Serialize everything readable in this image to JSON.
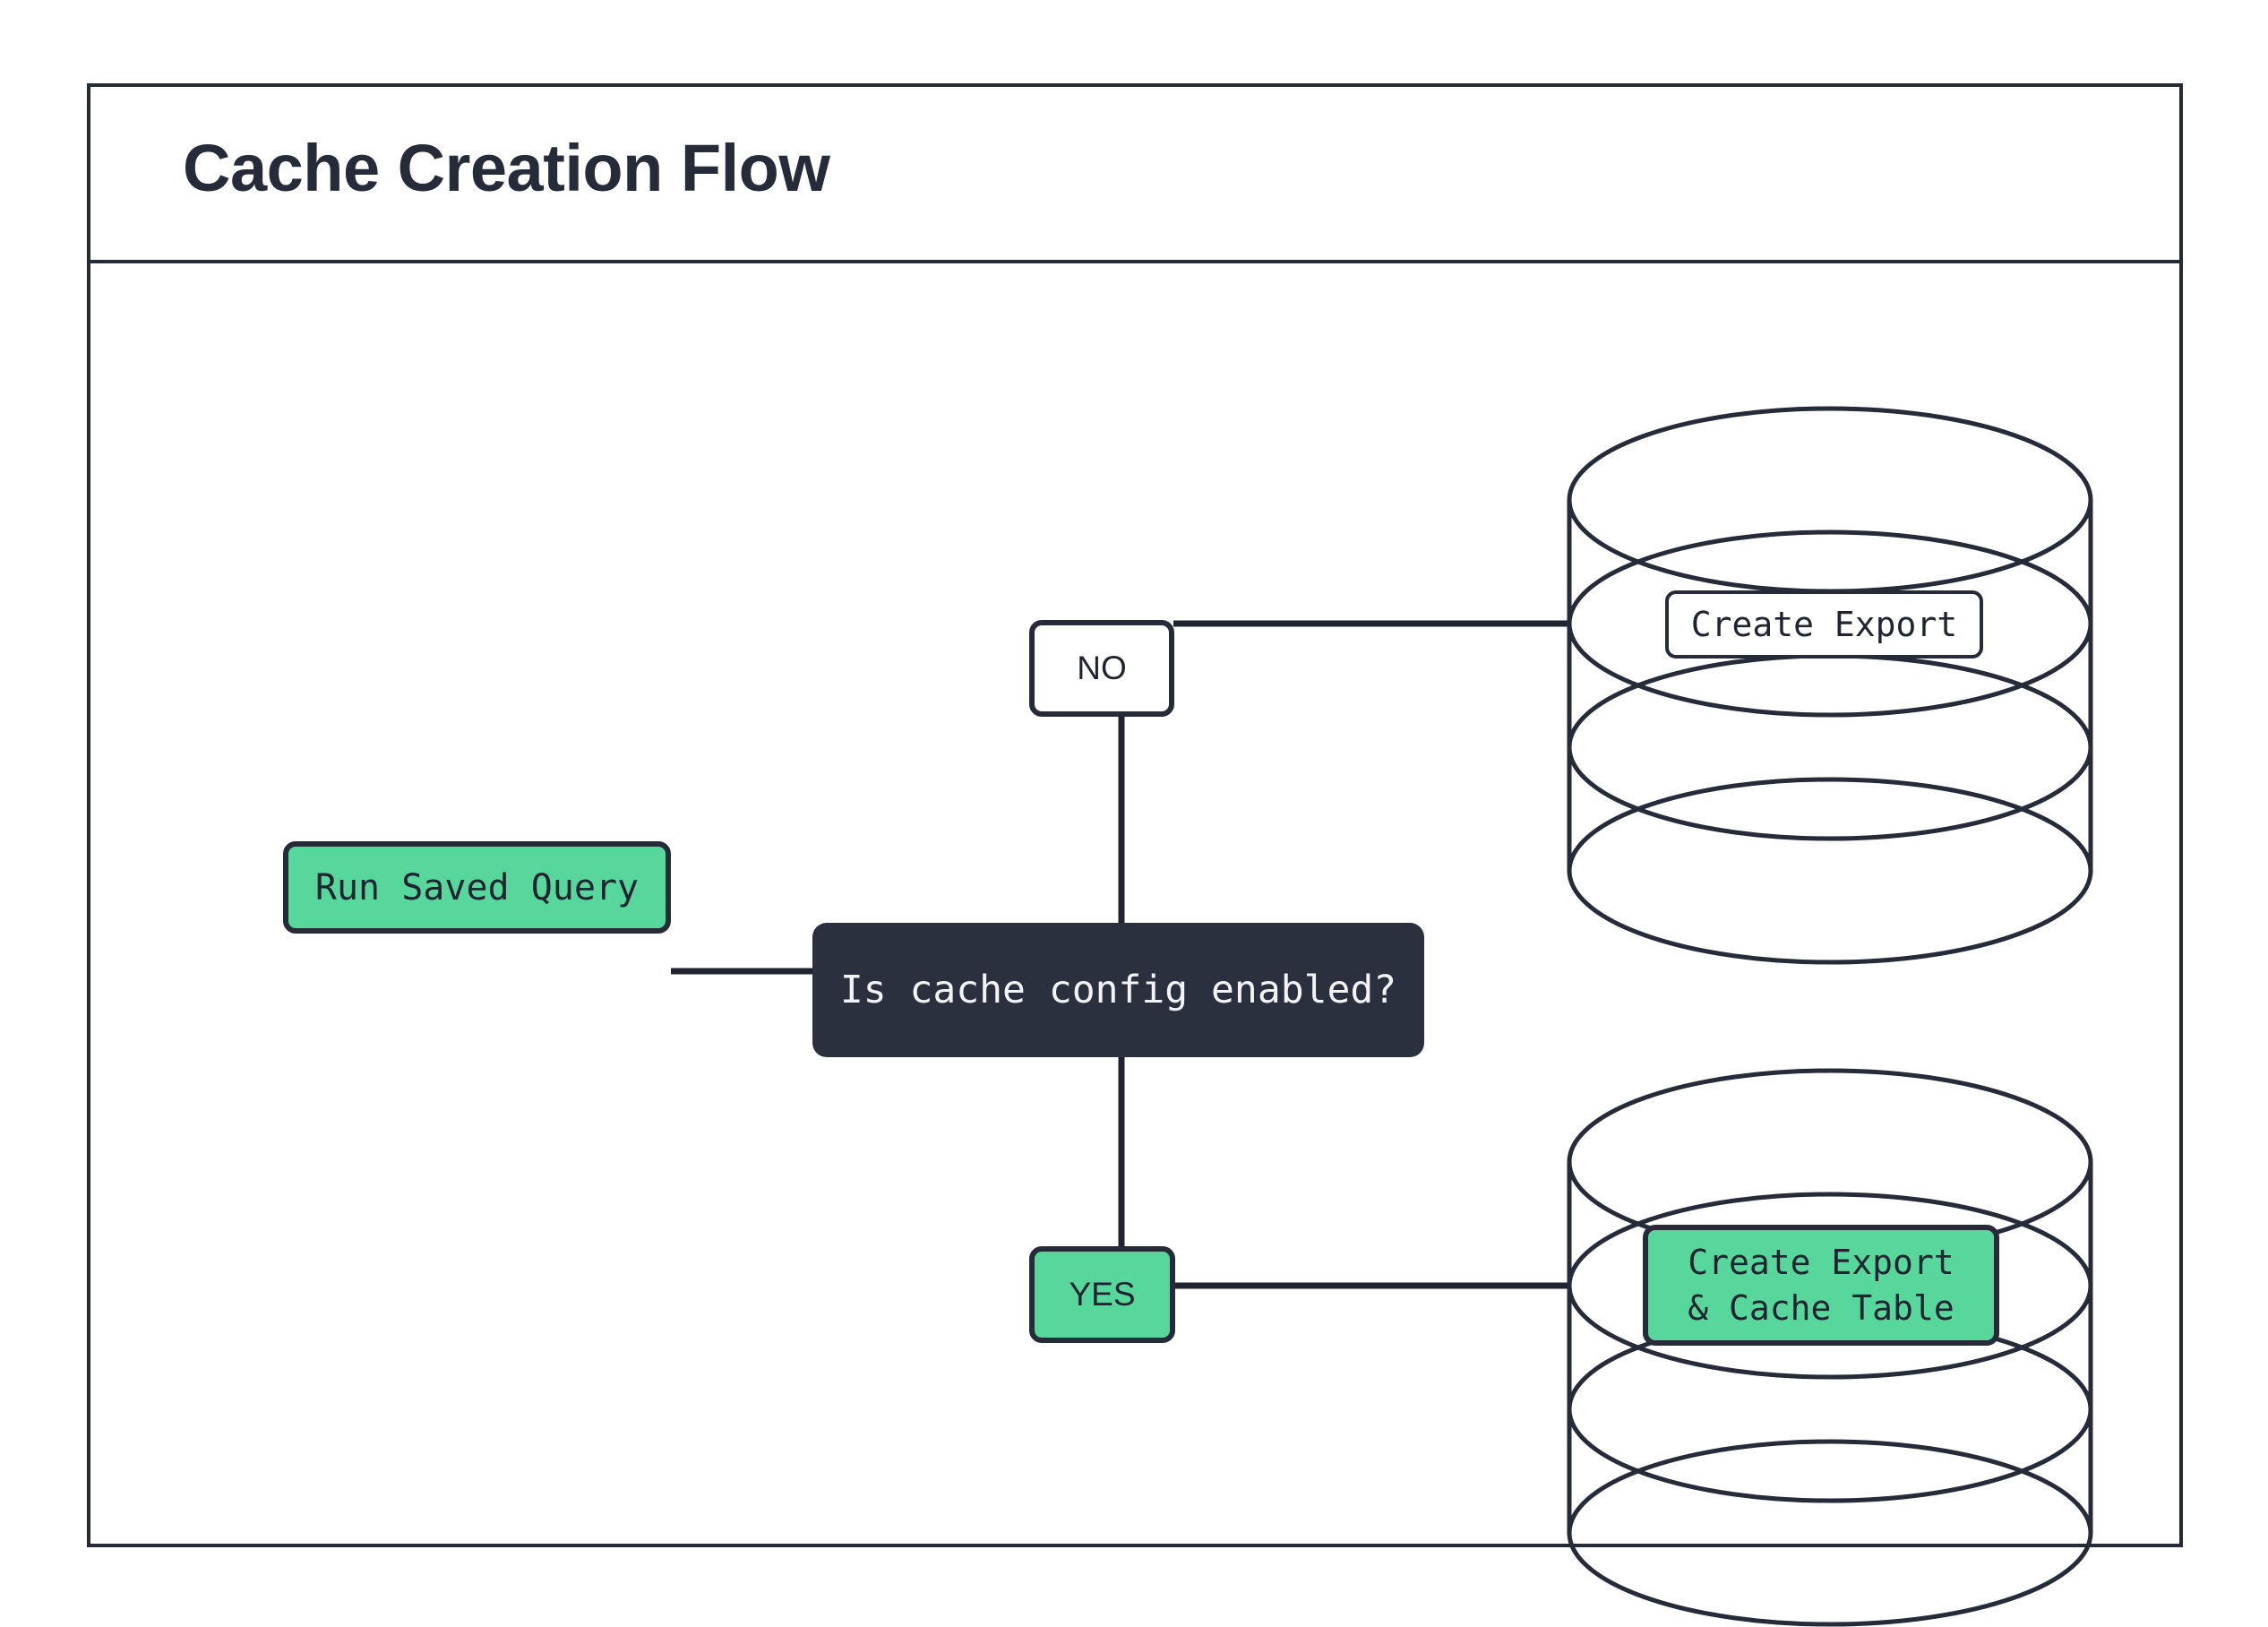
{
  "header": {
    "title": "Cache Creation Flow"
  },
  "colors": {
    "ink": "#262b3a",
    "dark_node_bg": "#2b303f",
    "dark_node_text": "#f2f3f5",
    "accent_green": "#58d79d",
    "canvas": "#ffffff"
  },
  "diagram": {
    "type": "flowchart",
    "nodes": [
      {
        "id": "run-saved-query",
        "label": "Run Saved Query",
        "shape": "rounded-rect",
        "style": "green"
      },
      {
        "id": "decision",
        "label": "Is cache config enabled?",
        "shape": "rounded-rect",
        "style": "dark"
      },
      {
        "id": "branch-no",
        "label": "NO",
        "shape": "rounded-rect",
        "style": "white"
      },
      {
        "id": "branch-yes",
        "label": "YES",
        "shape": "rounded-rect",
        "style": "green"
      },
      {
        "id": "db-top",
        "label": "Create Export",
        "shape": "cylinder",
        "style": "white-label"
      },
      {
        "id": "db-bottom",
        "label": "Create Export\n& Cache Table",
        "shape": "cylinder",
        "style": "green-label"
      }
    ],
    "edges": [
      {
        "from": "run-saved-query",
        "to": "decision"
      },
      {
        "from": "decision",
        "to": "branch-no"
      },
      {
        "from": "branch-no",
        "to": "db-top"
      },
      {
        "from": "decision",
        "to": "branch-yes"
      },
      {
        "from": "branch-yes",
        "to": "db-bottom"
      }
    ]
  }
}
